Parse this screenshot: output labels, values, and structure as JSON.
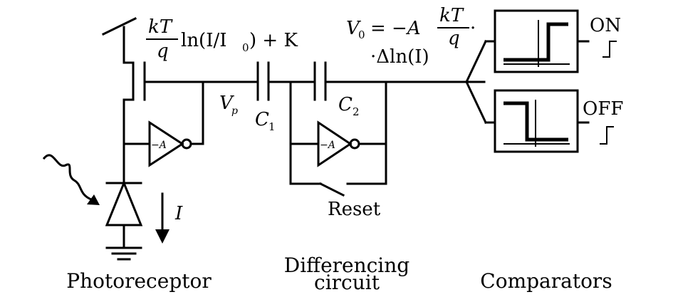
{
  "labels": {
    "photoreceptor": "Photoreceptor",
    "differencing_line1": "Differencing",
    "differencing_line2": "circuit",
    "comparators": "Comparators",
    "reset": "Reset",
    "on": "ON",
    "off": "OFF",
    "current": "I",
    "vp_main": "V",
    "vp_sub": "p",
    "c1_main": "C",
    "c1_sub": "1",
    "c2_main": "C",
    "c2_sub": "2",
    "amp_gain": "−A"
  },
  "log_formula": {
    "kt": "kT",
    "q": "q",
    "rest": "ln(I/I",
    "sub0": "0",
    "tail": ") + K"
  },
  "v0_formula": {
    "lhs_main": "V",
    "lhs_sub": "0",
    "eq": "= −A",
    "kt": "kT",
    "q": "q",
    "dot": "·",
    "line2": "·Δln(I)"
  }
}
